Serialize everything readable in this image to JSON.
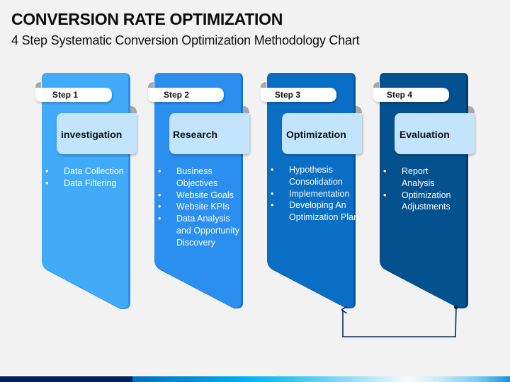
{
  "header": {
    "title": "CONVERSION RATE OPTIMIZATION",
    "subtitle": "4 Step Systematic Conversion Optimization Methodology Chart"
  },
  "steps": [
    {
      "step_label": "Step 1",
      "phase": "investigation",
      "color": "#41aaf9",
      "edge_color": "#2c8ff0",
      "bullets": [
        "Data Collection",
        "Data Filtering"
      ]
    },
    {
      "step_label": "Step 2",
      "phase": "Research",
      "color": "#2b8ff0",
      "edge_color": "#1a70d0",
      "bullets": [
        "Business Objectives",
        "Website Goals",
        "Website KPIs",
        "Data Analysis and Opportunity Discovery"
      ]
    },
    {
      "step_label": "Step 3",
      "phase": "Optimization",
      "color": "#0a6ec4",
      "edge_color": "#0657a3",
      "bullets": [
        "Hypothesis Consolidation",
        "Implementation",
        "Developing An Optimization Plan"
      ]
    },
    {
      "step_label": "Step 4",
      "phase": "Evaluation",
      "color": "#04518f",
      "edge_color": "#023c6e",
      "bullets": [
        "Report Analysis",
        "Optimization Adjustments"
      ]
    }
  ],
  "connector": {
    "from": "Step 4",
    "to": "Step 3",
    "color": "#0c2a52"
  },
  "colors": {
    "background": "#f2f2f2",
    "ribbon_light": "#c2e4fd",
    "tab_white": "#ffffff",
    "fold_gray": "#a8a8a8"
  }
}
